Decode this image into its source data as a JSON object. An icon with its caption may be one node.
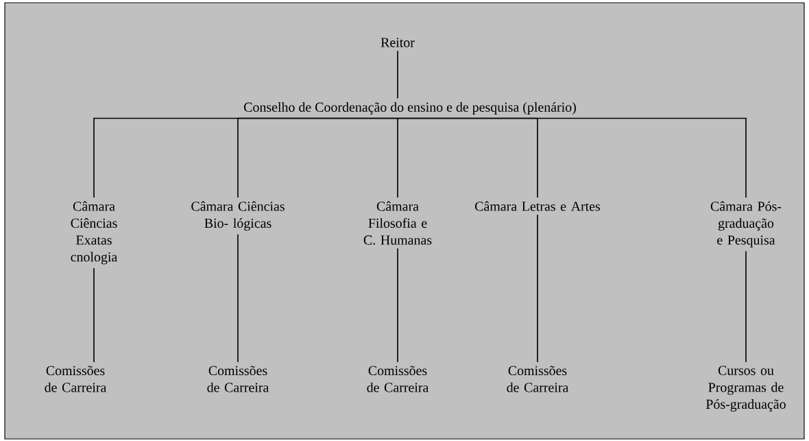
{
  "diagram": {
    "nodes": [
      {
        "text": [
          "Reitor"
        ]
      },
      {
        "text": [
          "Conselho de Coordenação do ensino e de pesquisa (plenário)"
        ]
      },
      {
        "text": [
          "Câmara Ciências Exatas cnologia"
        ]
      },
      {
        "text": [
          "Câmara Ciências Bio- lógicas"
        ]
      },
      {
        "text": [
          "Câmara Filosofia e C. Humanas"
        ]
      },
      {
        "text": [
          "Câmara Letras e Artes"
        ]
      },
      {
        "text": [
          "Câmara Pós- graduação e Pesquisa"
        ]
      },
      {
        "text": [
          "Comissões de Carreira"
        ]
      },
      {
        "text": [
          "Comissões de Carreira"
        ]
      },
      {
        "text": [
          "Comissões de Carreira"
        ]
      },
      {
        "text": [
          "Comissões de Carreira"
        ]
      },
      {
        "text": [
          "Cursos ou Programas de Pós-graduação"
        ]
      }
    ],
    "edges": [
      {
        "from": 0,
        "to": 1,
        "arrow": "none"
      },
      {
        "from": 1,
        "to": 2,
        "arrow": "none"
      },
      {
        "from": 1,
        "to": 3,
        "arrow": "none"
      },
      {
        "from": 1,
        "to": 4,
        "arrow": "none"
      },
      {
        "from": 1,
        "to": 5,
        "arrow": "none"
      },
      {
        "from": 1,
        "to": 6,
        "arrow": "none"
      },
      {
        "from": 2,
        "to": 7,
        "arrow": "none"
      },
      {
        "from": 3,
        "to": 8,
        "arrow": "none"
      },
      {
        "from": 4,
        "to": 9,
        "arrow": "none"
      },
      {
        "from": 5,
        "to": 10,
        "arrow": "none"
      },
      {
        "from": 6,
        "to": 11,
        "arrow": "none"
      }
    ]
  }
}
